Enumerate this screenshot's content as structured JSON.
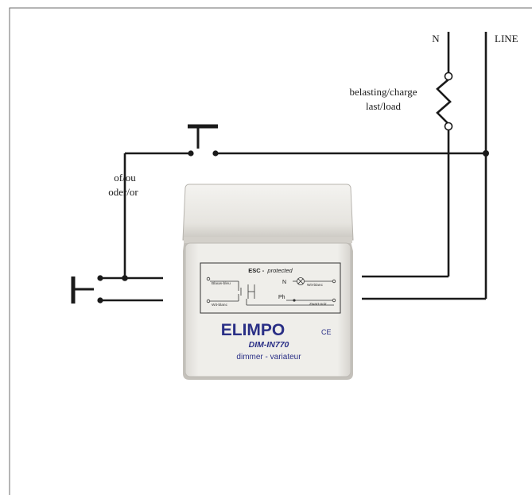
{
  "labels": {
    "neutral": "N",
    "line": "LINE",
    "load_line1": "belasting/charge",
    "load_line2": "last/load",
    "or_line1": "of/ou",
    "or_line2": "oder/or"
  },
  "device": {
    "esc_prefix": "ESC -",
    "esc_protected": "protected",
    "blauw_bleu": "Blauw-bleu",
    "wit_blanc_left": "Wit-blanc",
    "n_terminal": "N",
    "wit_blanc_right": "Wit-blanc",
    "ph_terminal": "Ph",
    "zwart_noir": "Zwart-noir",
    "brand": "ELIMPO",
    "ce_mark": "CE",
    "model": "DIM-IN770",
    "description": "dimmer - variateur"
  },
  "colors": {
    "wire": "#1a1a1a",
    "device_body": "#eceae6",
    "device_shadow": "#bdbab4",
    "brand": "#2a2f86"
  }
}
